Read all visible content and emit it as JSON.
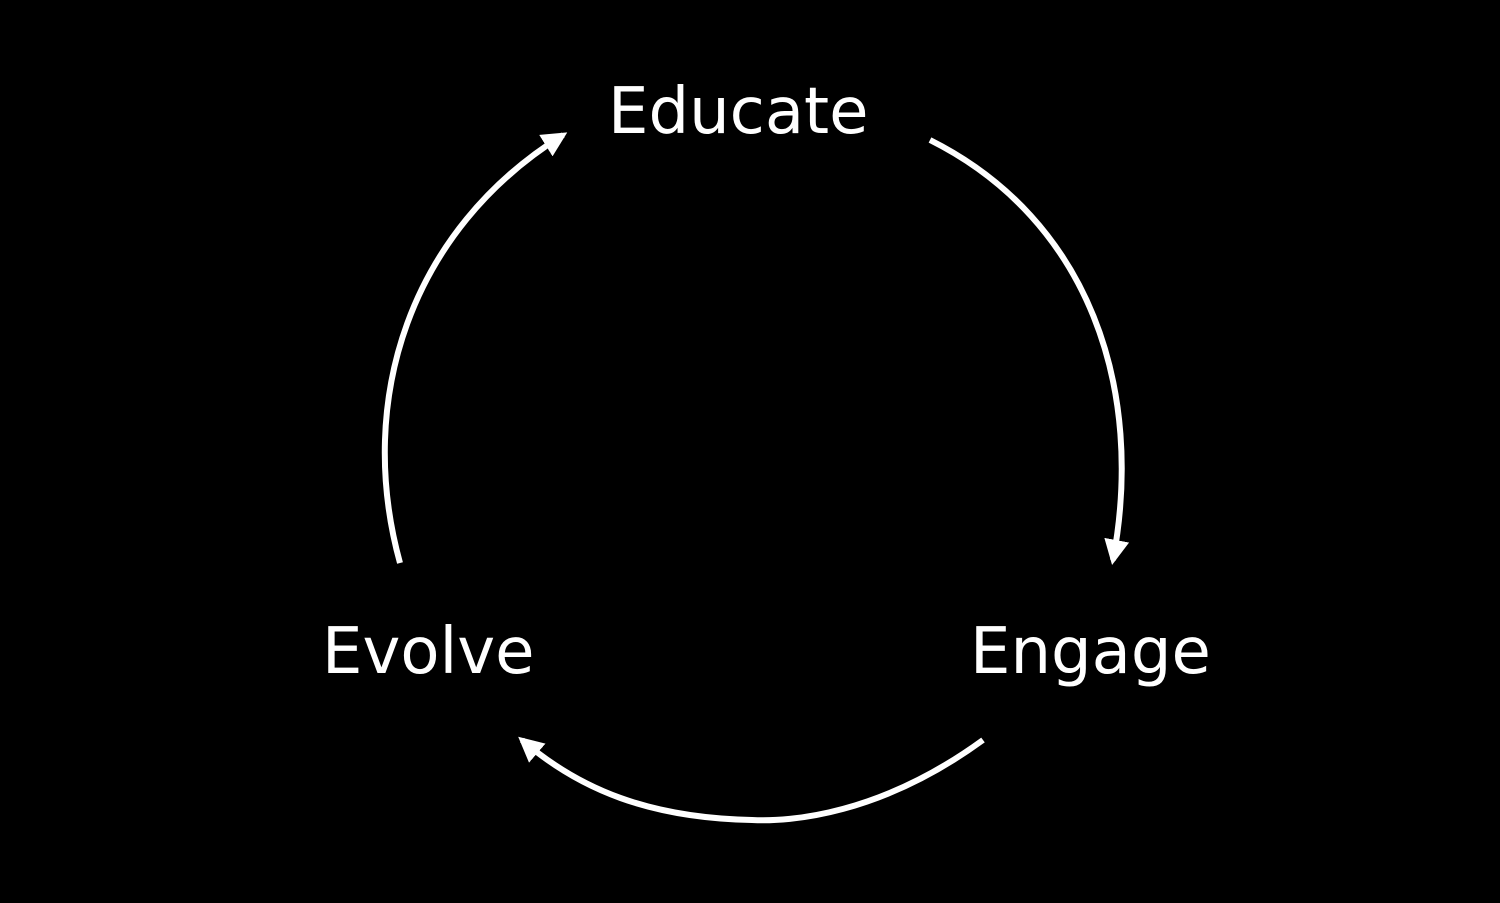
{
  "cycle": {
    "stages": [
      "Educate",
      "Engage",
      "Evolve"
    ],
    "direction": "clockwise"
  },
  "colors": {
    "background": "#000000",
    "foreground": "#ffffff"
  },
  "icons": [
    "arrowhead-icon"
  ]
}
